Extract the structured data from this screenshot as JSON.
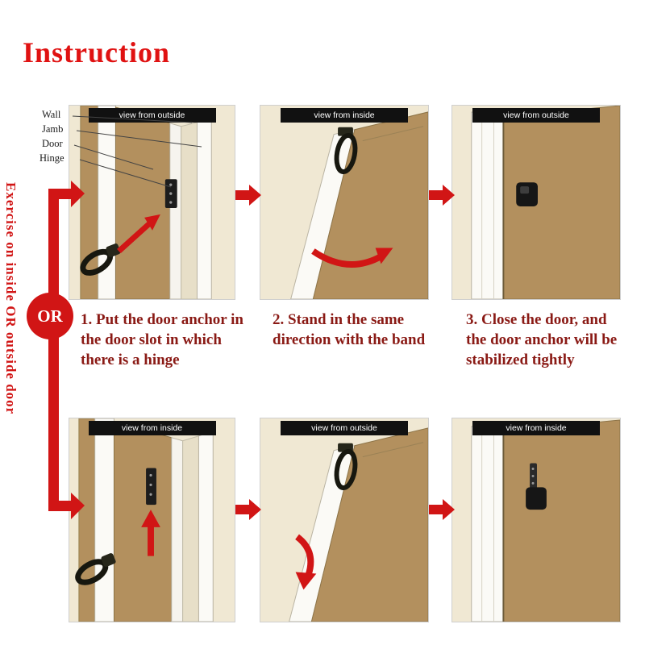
{
  "title": "Instruction",
  "side": {
    "vertical_label": "Exercise on inside OR outside door",
    "or_badge": "OR"
  },
  "callouts": {
    "wall": "Wall",
    "jamb": "Jamb",
    "door": "Door",
    "hinge": "Hinge"
  },
  "panels": [
    {
      "header": "view from outside"
    },
    {
      "header": "view from inside"
    },
    {
      "header": "view from outside"
    },
    {
      "header": "view from inside"
    },
    {
      "header": "view from outside"
    },
    {
      "header": "view from inside"
    }
  ],
  "steps": [
    "1. Put the door anchor in the door slot in which there is a hinge",
    "2. Stand in the same direction with the band",
    "3. Close the door, and the door anchor will be stabilized tightly"
  ],
  "colors": {
    "accent_red": "#d11515",
    "title_red": "#e01212",
    "step_text_red": "#8a1a15",
    "door_tan": "#b3905e",
    "wall_cream": "#f0e8d3",
    "header_bar": "#111111"
  }
}
